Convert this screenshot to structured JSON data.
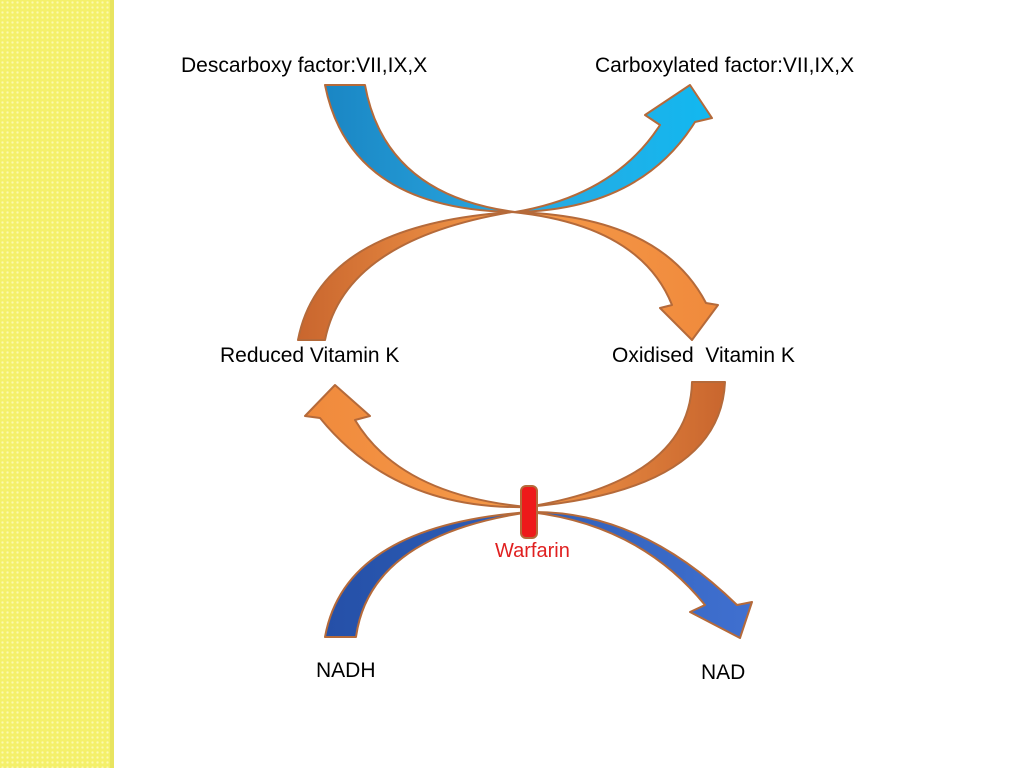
{
  "diagram": {
    "labels": {
      "descarboxy": "Descarboxy factor:VII,IX,X",
      "carboxylated": "Carboxylated factor:VII,IX,X",
      "reduced_vk": "Reduced Vitamin K",
      "oxidised_vk": "Oxidised  Vitamin K",
      "warfarin": "Warfarin",
      "nadh": "NADH",
      "nad": "NAD"
    },
    "colors": {
      "sidebar": "#f4f06a",
      "blue_arrow": "#1e9fd8",
      "orange_arrow": "#f08a3c",
      "navy_arrow": "#2f5fb8",
      "outline": "#b56a3a",
      "warfarin": "#e02020"
    }
  }
}
